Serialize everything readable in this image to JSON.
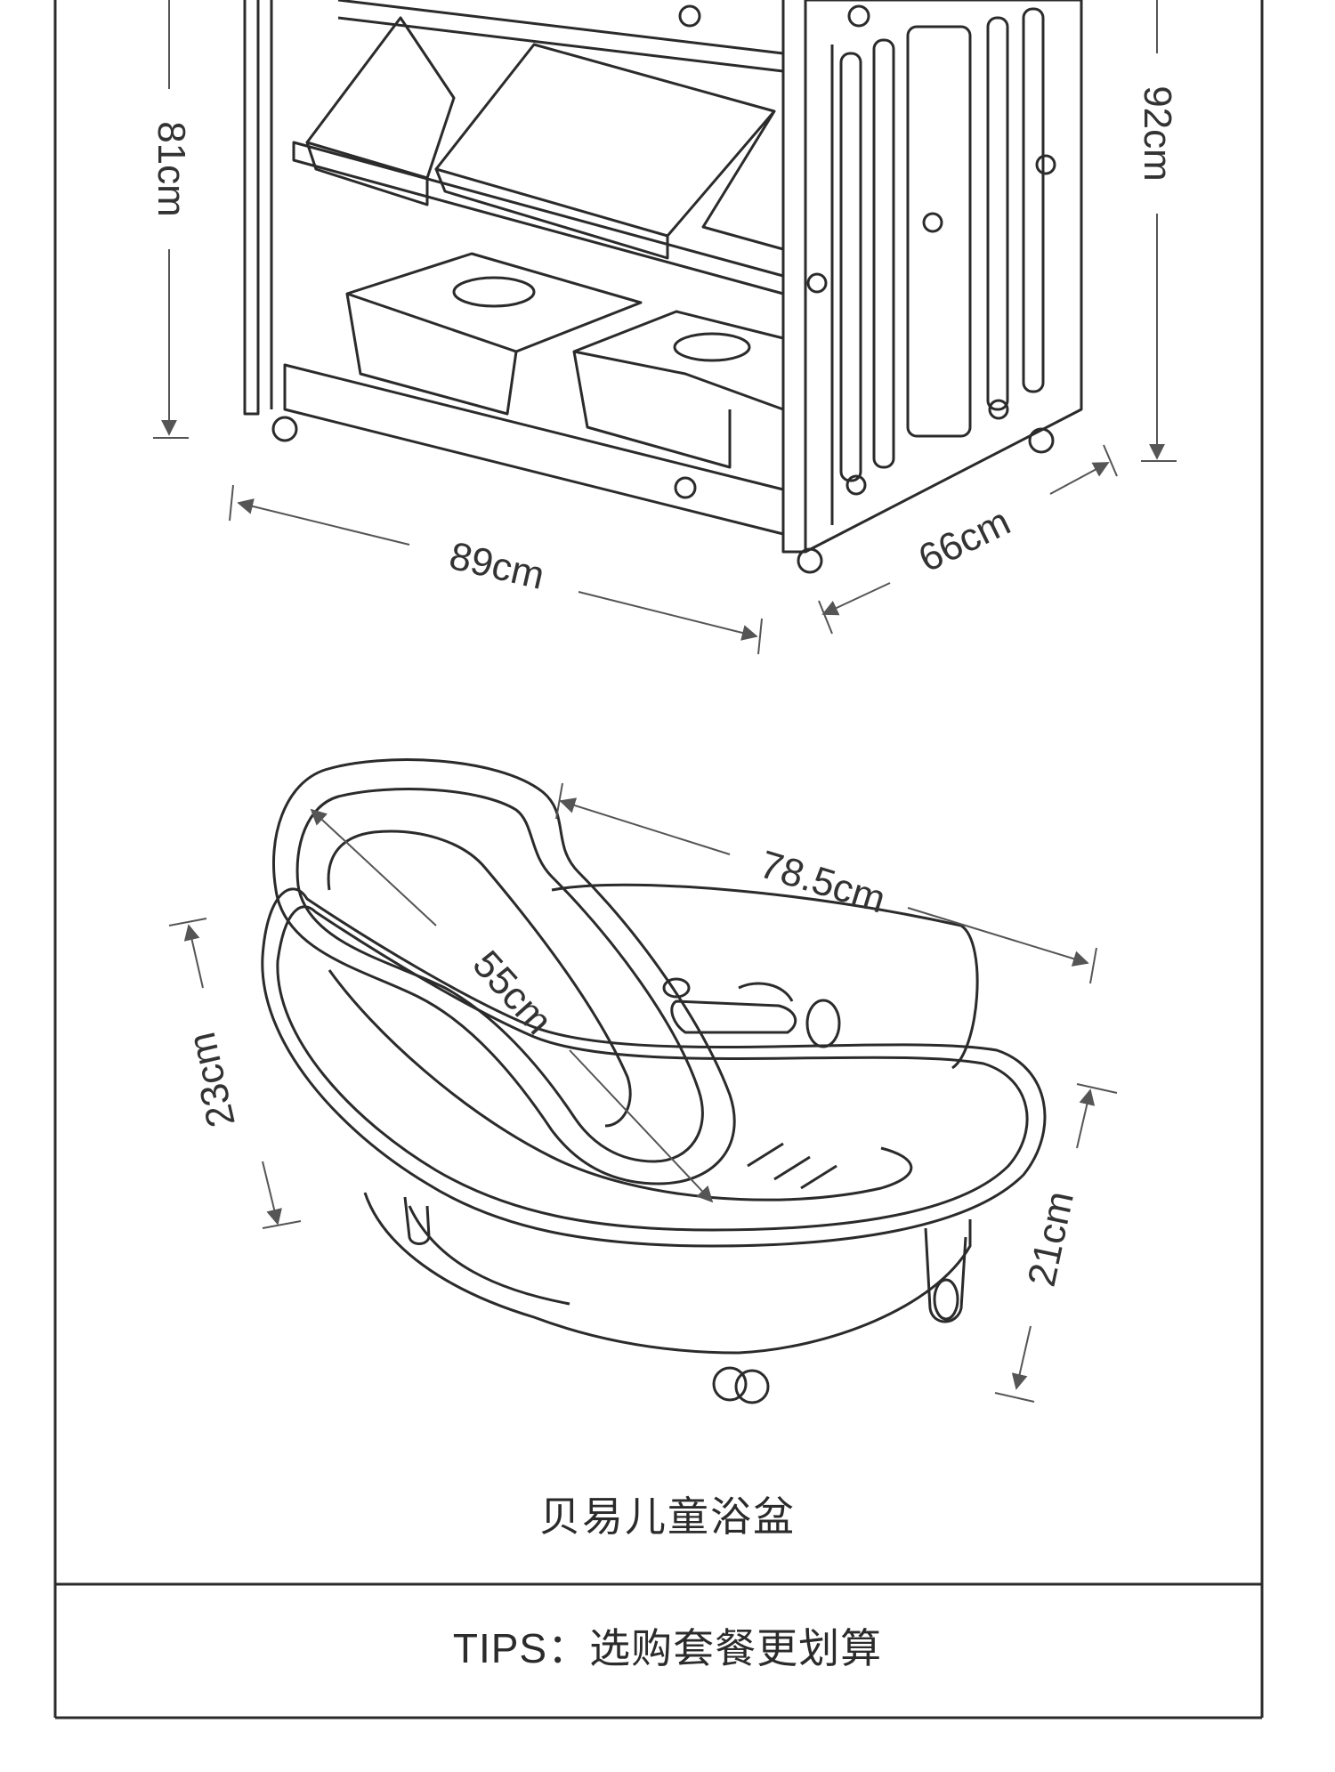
{
  "colors": {
    "line": "#2b2b2b",
    "frame": "#2b2b2b",
    "fill_light": "#f2f2f2",
    "background": "#ffffff"
  },
  "cart": {
    "dimensions": {
      "height_left": "81cm",
      "height_right": "92cm",
      "width": "89cm",
      "depth": "66cm"
    }
  },
  "tub": {
    "dimensions": {
      "length": "78.5cm",
      "inner_length": "55cm",
      "height_left": "23cm",
      "height_right": "21cm"
    }
  },
  "captions": {
    "product_name": "贝易儿童浴盆",
    "tips": "TIPS：选购套餐更划算"
  }
}
